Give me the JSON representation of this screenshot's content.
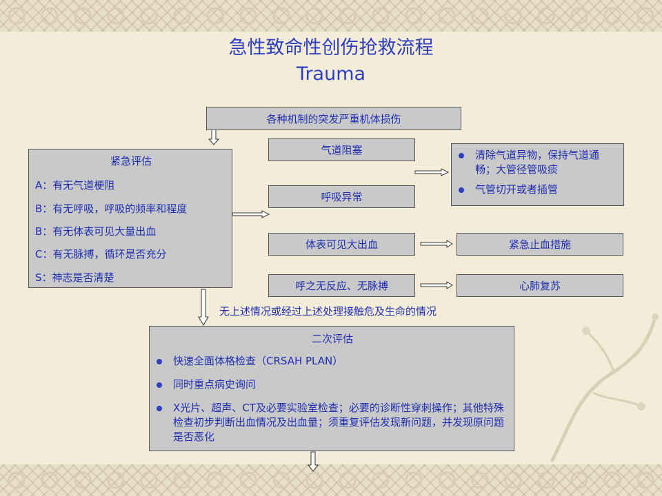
{
  "title": {
    "line1": "急性致命性创伤抢救流程",
    "line2": "Trauma"
  },
  "top_box": "各种机制的突发严重机体损伤",
  "emergency": {
    "heading": "紧急评估",
    "items": [
      "A：有无气道梗阻",
      "B：有无呼吸，呼吸的频率和程度",
      "B：有无体表可见大量出血",
      "C：有无脉搏，循环是否充分",
      "S：神志是否清楚"
    ]
  },
  "conditions": [
    "气道阻塞",
    "呼吸异常",
    "体表可见大出血",
    "呼之无反应、无脉搏"
  ],
  "airway_actions": [
    "清除气道异物，保持气道通畅；大管径管吸痰",
    "气管切开或者插管"
  ],
  "bleeding_action": "紧急止血措施",
  "cpr_action": "心肺复苏",
  "transition_text": "无上述情况或经过上述处理接触危及生命的情况",
  "secondary": {
    "heading": "二次评估",
    "items": [
      "快速全面体格检查（CRSAH PLAN）",
      "同时重点病史询问",
      "X光片、超声、CT及必要实验室检查；必要的诊断性穿刺操作；其他特殊检查初步判断出血情况及出血量；须重复评估发现新问题，并发现原问题是否恶化"
    ]
  }
}
